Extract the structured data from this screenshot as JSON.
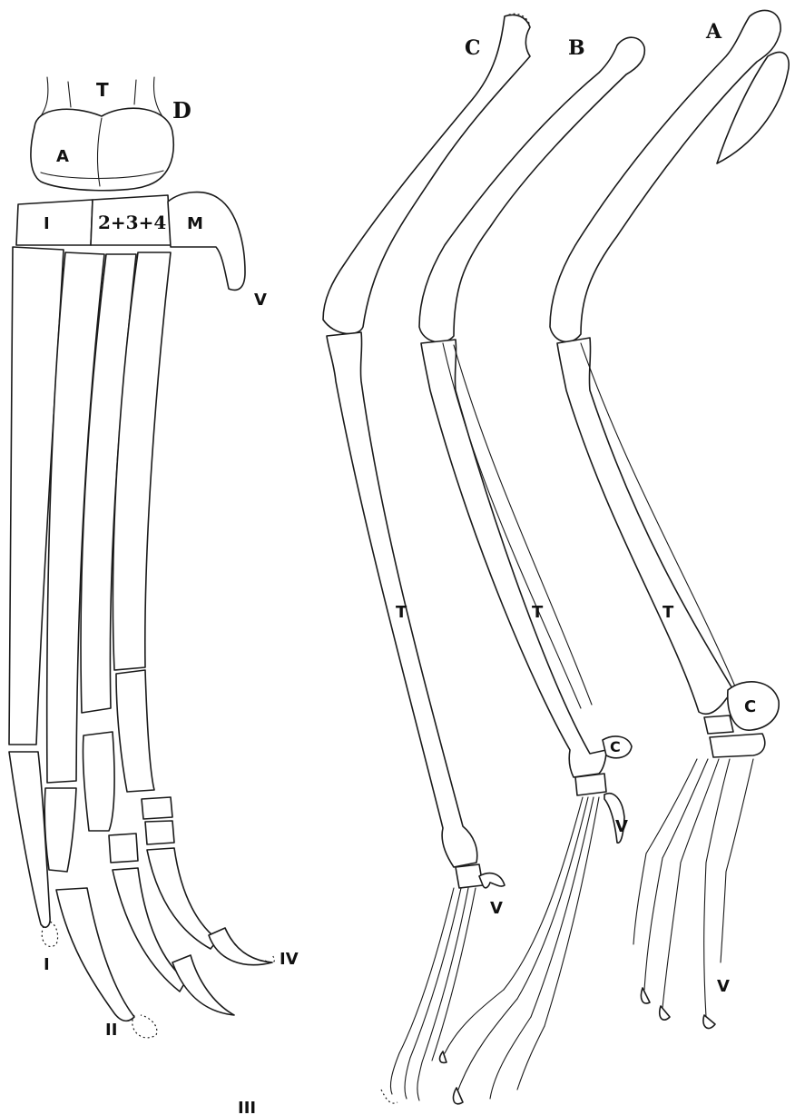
{
  "left_figure": {
    "label_T": "T",
    "label_D": "D",
    "label_A": "A",
    "label_1": "I",
    "label_234": "2+3+4",
    "label_M": "M",
    "label_V": "V",
    "digit_I": "I",
    "digit_II": "II",
    "digit_III": "III",
    "digit_IV": "IV"
  },
  "limb_C": {
    "label": "C",
    "tibia_label": "T",
    "v_label": "V"
  },
  "limb_B": {
    "label": "B",
    "tibia_label": "T",
    "c_label": "C",
    "v_label": "V"
  },
  "limb_A": {
    "label": "A",
    "tibia_label": "T",
    "c_label": "C",
    "v_label": "V"
  }
}
